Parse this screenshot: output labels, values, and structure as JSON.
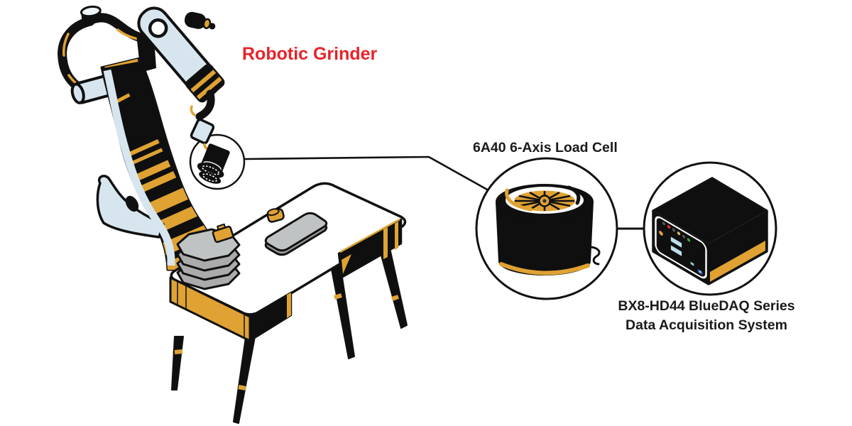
{
  "title": {
    "label": "Robotic Grinder",
    "color": "#e8232a"
  },
  "callouts": {
    "load_cell": {
      "label": "6A40 6-Axis Load Cell"
    },
    "daq": {
      "label_line1": "BX8-HD44 BlueDAQ Series",
      "label_line2": "Data Acquisition System"
    }
  },
  "palette": {
    "outline_black": "#111111",
    "accent_gold": "#dfa233",
    "machine_pale_blue": "#d7e6ee",
    "workpiece_gray": "#c0c3c3",
    "table_white": "#ffffff",
    "label_red": "#e8232a",
    "led_red": "#e03131",
    "led_amber": "#e0b84f",
    "led_green": "#43a047",
    "usb_port_blue": "#bfe0ea"
  }
}
